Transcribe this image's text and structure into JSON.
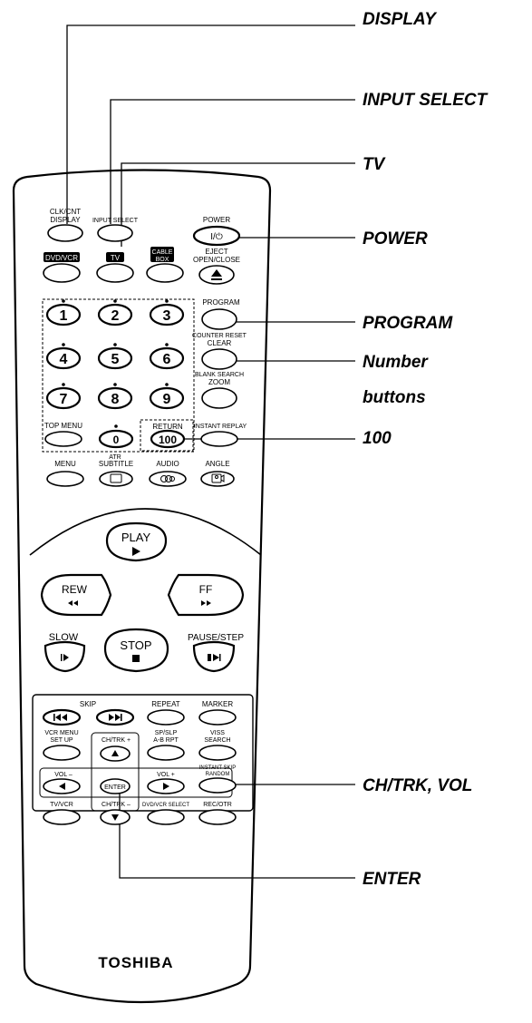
{
  "callouts": {
    "display": "DISPLAY",
    "input_select": "INPUT SELECT",
    "tv": "TV",
    "power": "POWER",
    "program": "PROGRAM",
    "number_1": "Number",
    "number_2": "buttons",
    "hundred": "100",
    "ch_trk_vol": "CH/TRK, VOL",
    "enter": "ENTER"
  },
  "remote": {
    "brand": "TOSHIBA",
    "labels": {
      "clk_cnt": "CLK/CNT",
      "display": "DISPLAY",
      "input_select": "INPUT SELECT",
      "power": "POWER",
      "power_btn": "I/⏻",
      "dvd_vcr": "DVD/VCR",
      "tv": "TV",
      "cable": "CABLE",
      "box": "BOX",
      "eject": "EJECT",
      "open_close": "OPEN/CLOSE",
      "program": "PROGRAM",
      "counter_reset": "COUNTER RESET",
      "clear": "CLEAR",
      "blank_search": "BLANK SEARCH",
      "zoom": "ZOOM",
      "top_menu": "TOP MENU",
      "return": "RETURN",
      "instant_replay": "INSTANT REPLAY",
      "zero": "0",
      "hundred": "100",
      "attr": "ATR",
      "menu": "MENU",
      "subtitle": "SUBTITLE",
      "audio": "AUDIO",
      "angle": "ANGLE",
      "play": "PLAY",
      "rew": "REW",
      "ff": "FF",
      "slow": "SLOW",
      "stop": "STOP",
      "pause_step": "PAUSE/STEP",
      "skip": "SKIP",
      "repeat": "REPEAT",
      "marker": "MARKER",
      "vcr_menu": "VCR MENU",
      "set_up": "SET UP",
      "ch_trk_plus": "CH/TRK +",
      "sp_slp": "SP/SLP",
      "ab_rpt": "A-B RPT",
      "viss": "VISS",
      "search": "SEARCH",
      "vol_minus": "VOL –",
      "enter": "ENTER",
      "vol_plus": "VOL +",
      "instant_skip": "INSTANT SKIP",
      "random": "RANDOM",
      "tv_vcr": "TV/VCR",
      "ch_trk_minus": "CH/TRK –",
      "dvd_vcr_select": "DVD/VCR SELECT",
      "rec_otr": "REC/OTR"
    },
    "numbers": [
      "1",
      "2",
      "3",
      "4",
      "5",
      "6",
      "7",
      "8",
      "9"
    ]
  }
}
